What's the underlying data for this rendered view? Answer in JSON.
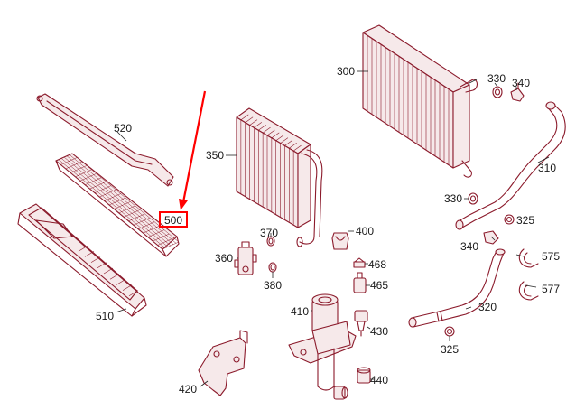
{
  "colors": {
    "line_art": "#8b1a2b",
    "label_text": "#1a1a1a",
    "highlight": "#ff0000"
  },
  "callouts": {
    "c520": "520",
    "c510": "510",
    "c500": "500",
    "c350": "350",
    "c370": "370",
    "c360": "360",
    "c380": "380",
    "c400": "400",
    "c468": "468",
    "c465": "465",
    "c410": "410",
    "c430": "430",
    "c420": "420",
    "c440": "440",
    "c300": "300",
    "c330a": "330",
    "c340a": "340",
    "c310": "310",
    "c330b": "330",
    "c325a": "325",
    "c340b": "340",
    "c575": "575",
    "c577": "577",
    "c320": "320",
    "c325b": "325"
  },
  "highlighted_part": "500"
}
